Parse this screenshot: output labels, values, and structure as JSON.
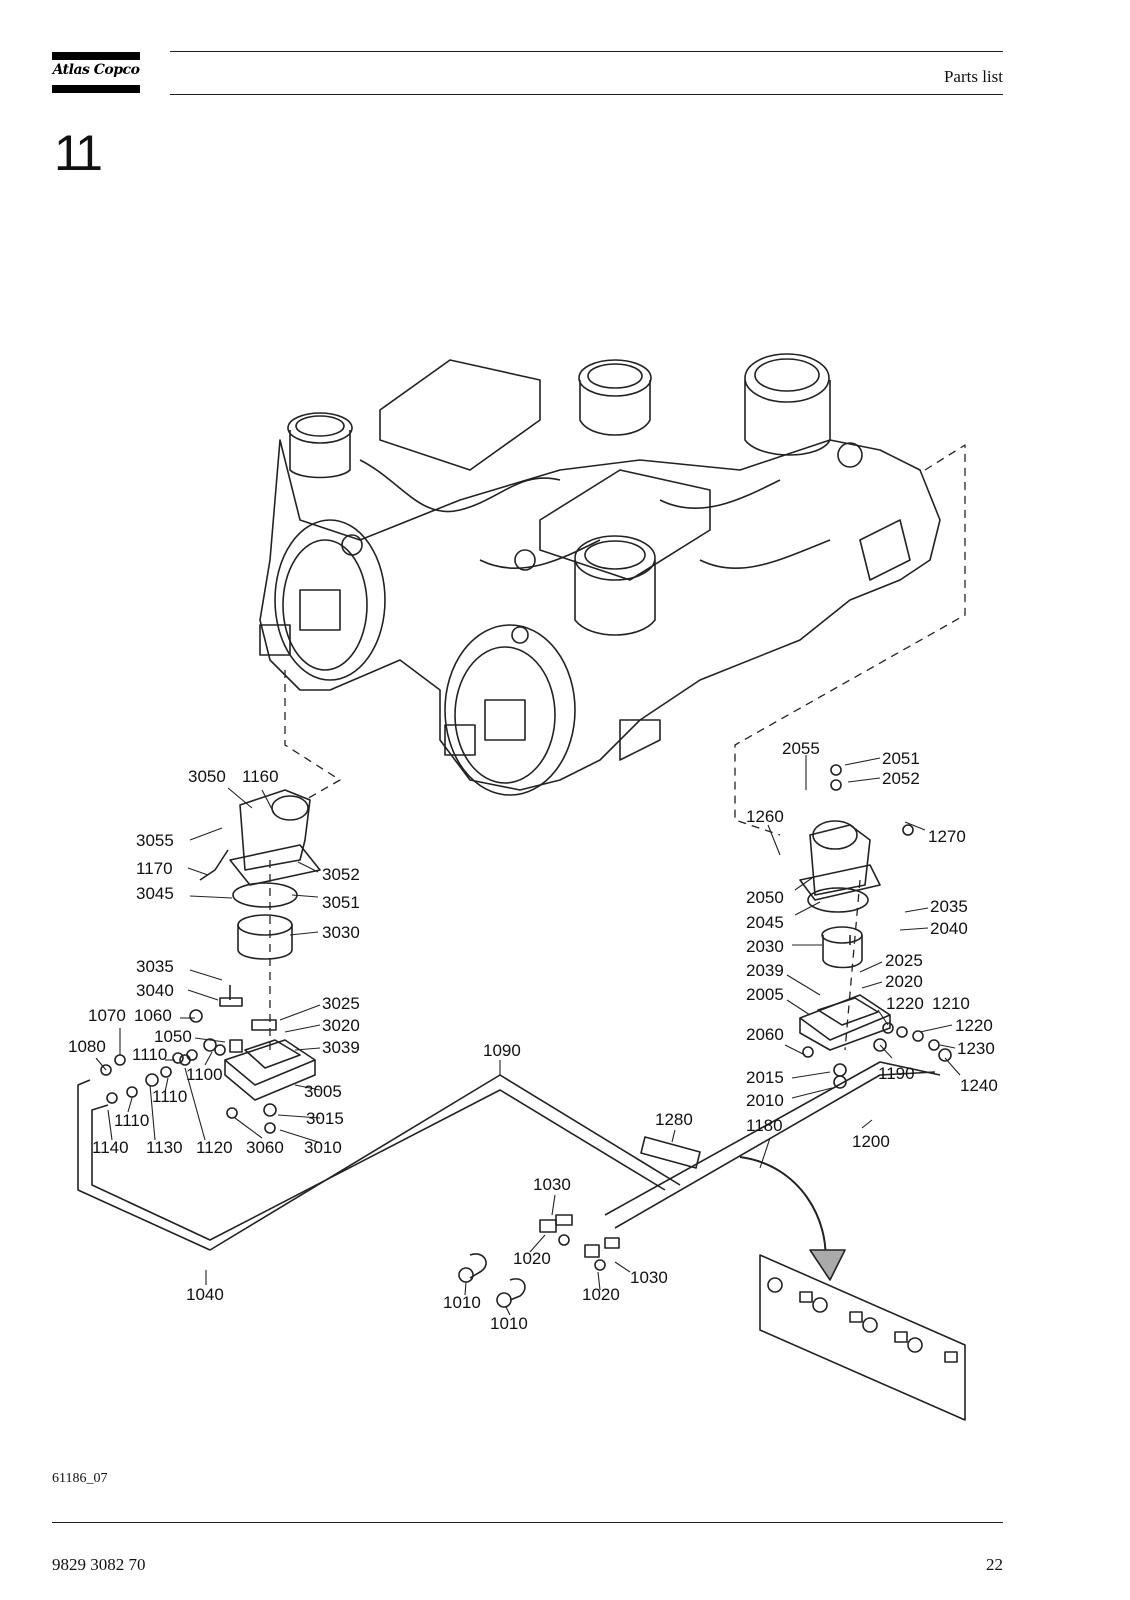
{
  "header": {
    "brand": "Atlas Copco",
    "title": "Parts list"
  },
  "section": "11",
  "figure_code": "61186_07",
  "footer": {
    "doc_number": "9829 3082 70",
    "page": "22"
  },
  "callouts": {
    "c2055": "2055",
    "c2051": "2051",
    "c2052": "2052",
    "c1260": "1260",
    "c1270": "1270",
    "c2050": "2050",
    "c2045": "2045",
    "c2035": "2035",
    "c2040": "2040",
    "c2030": "2030",
    "c2025": "2025",
    "c2039": "2039",
    "c2020": "2020",
    "c2005": "2005",
    "c1220a": "1220",
    "c1210": "1210",
    "c1220b": "1220",
    "c2060": "2060",
    "c1230": "1230",
    "c2015": "2015",
    "c1190": "1190",
    "c1240": "1240",
    "c2010": "2010",
    "c1280": "1280",
    "c1180": "1180",
    "c1200": "1200",
    "c3050": "3050",
    "c1160": "1160",
    "c3055": "3055",
    "c1170": "1170",
    "c3052": "3052",
    "c3045": "3045",
    "c3051": "3051",
    "c3030": "3030",
    "c3035": "3035",
    "c3040": "3040",
    "c3025": "3025",
    "c1070": "1070",
    "c1060": "1060",
    "c3020": "3020",
    "c1050": "1050",
    "c3039": "3039",
    "c1080": "1080",
    "c1110a": "1110",
    "c1100": "1100",
    "c3005": "3005",
    "c1110b": "1110",
    "c3015": "3015",
    "c1110c": "1110",
    "c1140": "1140",
    "c1130": "1130",
    "c1120": "1120",
    "c3060": "3060",
    "c3010": "3010",
    "c1090": "1090",
    "c1040": "1040",
    "c1030a": "1030",
    "c1020a": "1020",
    "c1030b": "1030",
    "c1020b": "1020",
    "c1010a": "1010",
    "c1010b": "1010"
  }
}
